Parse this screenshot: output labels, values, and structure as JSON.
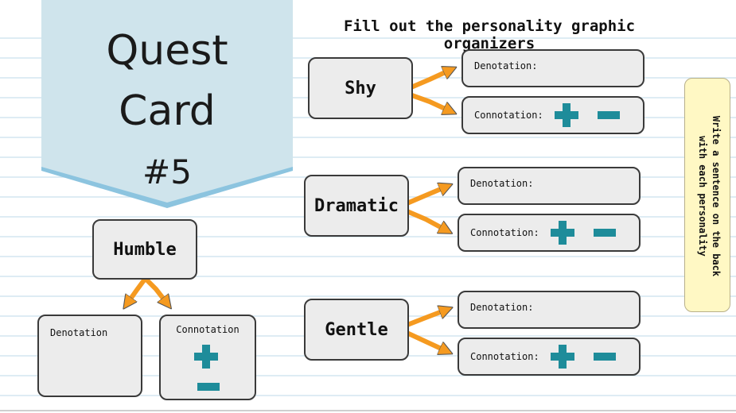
{
  "banner": {
    "line1": "Quest",
    "line2": "Card",
    "line3": "#5"
  },
  "title": "Fill out the personality graphic organizers",
  "side_note": {
    "line1": "Write a sentence on the back",
    "line2": "with each personality"
  },
  "humble": {
    "word": "Humble",
    "denotation_label": "Denotation",
    "connotation_label": "Connotation"
  },
  "organizers": [
    {
      "word": "Shy",
      "denotation_label": "Denotation:",
      "connotation_label": "Connotation:"
    },
    {
      "word": "Dramatic",
      "denotation_label": "Denotation:",
      "connotation_label": "Connotation:"
    },
    {
      "word": "Gentle",
      "denotation_label": "Denotation:",
      "connotation_label": "Connotation:"
    }
  ],
  "colors": {
    "banner": "#cfe4ec",
    "banner_edge": "#8cc4df",
    "arrow": "#f59a20",
    "sign": "#1e8c9a",
    "note": "#fff8c4",
    "box": "#ececec"
  }
}
